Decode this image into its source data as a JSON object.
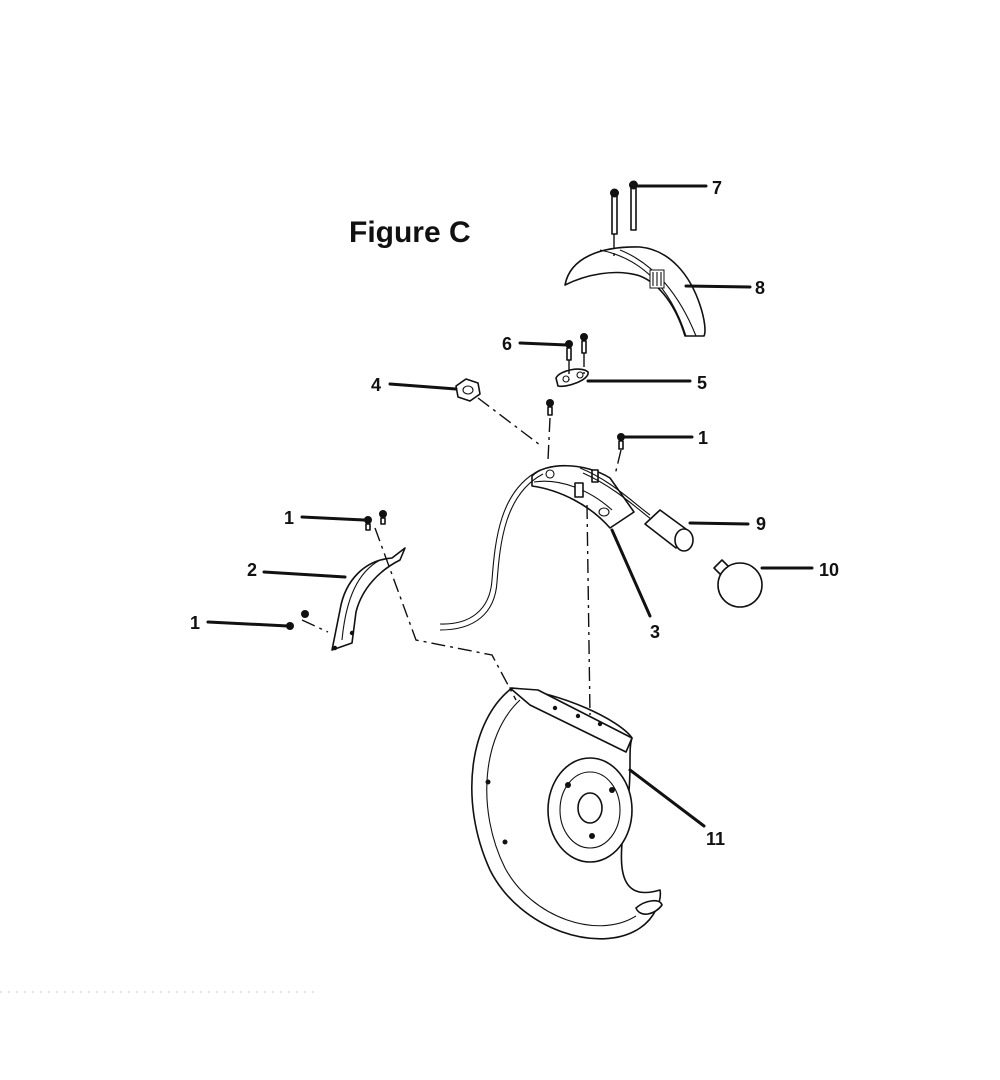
{
  "figure_title": "Figure C",
  "callouts": [
    {
      "id": "c7",
      "label": "7"
    },
    {
      "id": "c8",
      "label": "8"
    },
    {
      "id": "c6",
      "label": "6"
    },
    {
      "id": "c5",
      "label": "5"
    },
    {
      "id": "c4",
      "label": "4"
    },
    {
      "id": "c1a",
      "label": "1"
    },
    {
      "id": "c9",
      "label": "9"
    },
    {
      "id": "c1b",
      "label": "1"
    },
    {
      "id": "c2",
      "label": "2"
    },
    {
      "id": "c10",
      "label": "10"
    },
    {
      "id": "c1c",
      "label": "1"
    },
    {
      "id": "c3",
      "label": "3"
    },
    {
      "id": "c11",
      "label": "11"
    }
  ]
}
